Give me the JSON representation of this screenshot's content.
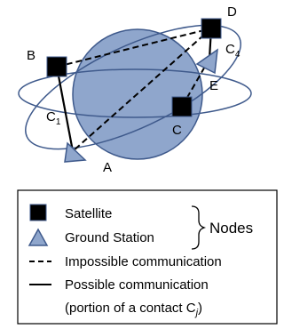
{
  "colors": {
    "planet_fill": "#8fa6cc",
    "planet_stroke": "#3f5a8c",
    "orbit_stroke": "#3f5a8c",
    "ground_station_fill": "#8fa6cc",
    "satellite_fill": "#000000"
  },
  "nodes": {
    "B": "B",
    "D": "D",
    "E": "E",
    "C": "C",
    "A": "A",
    "C1": "C",
    "C1_sub": "1",
    "C4": "C",
    "C4_sub": "4"
  },
  "legend": {
    "satellite": "Satellite",
    "ground_station": "Ground Station",
    "nodes": "Nodes",
    "impossible": "Impossible communication",
    "possible": "Possible communication",
    "contact_prefix": "(portion of a contact C",
    "contact_sub": "j",
    "contact_suffix": ")"
  }
}
